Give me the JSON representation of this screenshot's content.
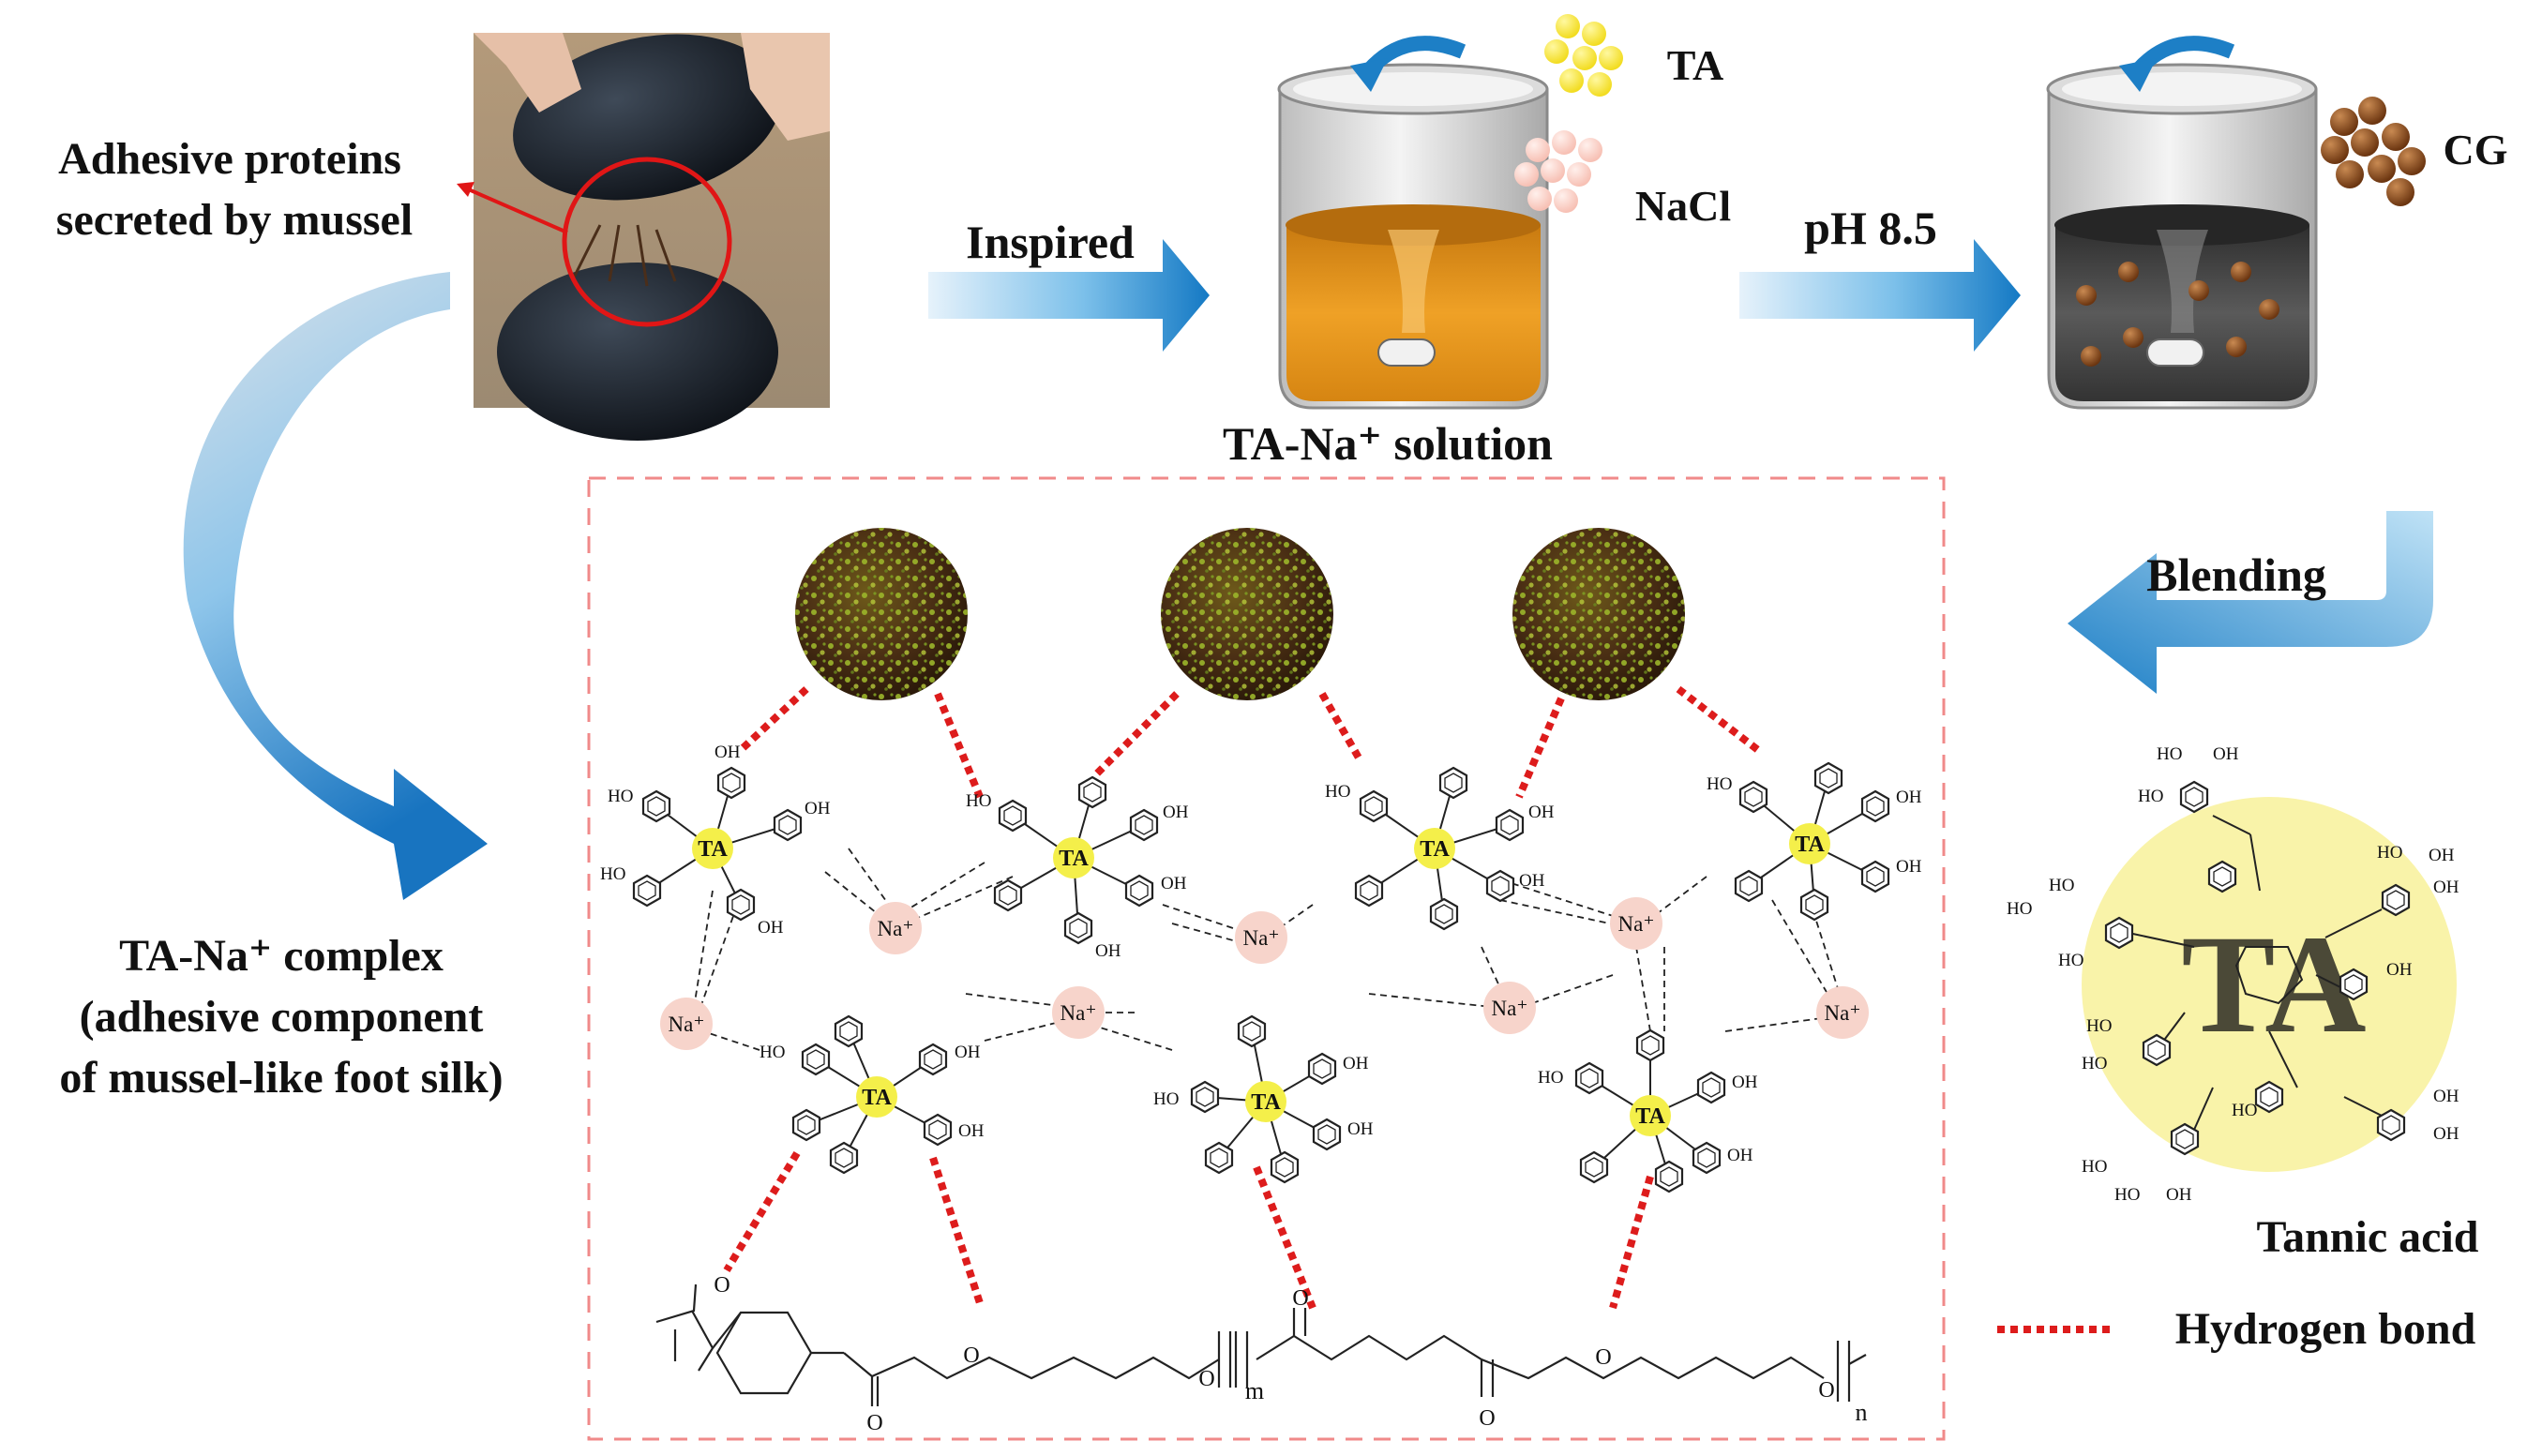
{
  "labels": {
    "mussel_caption_line1": "Adhesive proteins",
    "mussel_caption_line2": "secreted by mussel",
    "inspired": "Inspired",
    "ta": "TA",
    "nacl": "NaCl",
    "ph": "pH 8.5",
    "cg": "CG",
    "solution": "TA-Na⁺ solution",
    "blending": "Blending",
    "complex_line1": "TA-Na⁺ complex",
    "complex_line2": "(adhesive component",
    "complex_line3": "of mussel-like foot silk)",
    "tannic_acid": "Tannic acid",
    "hydrogen_bond": "Hydrogen bond",
    "ta_node": "TA",
    "na_node": "Na⁺",
    "oh": "OH",
    "ho": "HO",
    "polymer_m": "m",
    "polymer_n": "n",
    "polymer_o": "O"
  },
  "colors": {
    "arrow_blue": "#1a7fc8",
    "arrow_light": "#cfe6f5",
    "hydrogen_bond": "#dd1c1c",
    "frame_dash": "#f08a8a",
    "ta_node": "#f4ef4a",
    "na_node": "#f7d4cb",
    "solution_orange": "#e39012",
    "solution_dark": "#3a3a3a",
    "cg_bead": "#8a4a1c",
    "ta_halo": "#f8f19a"
  }
}
